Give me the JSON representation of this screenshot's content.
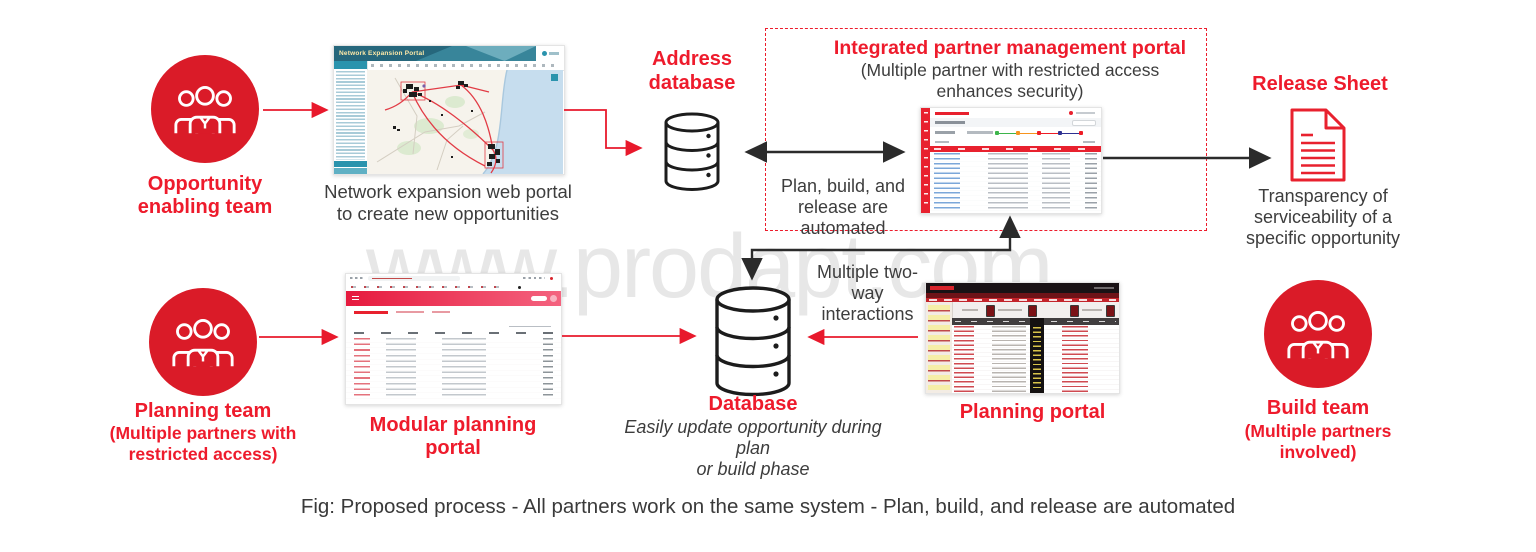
{
  "watermark": "www.prodapt.com",
  "fig_caption": "Fig: Proposed process - All partners work on the same system - Plan, build, and release are automated",
  "colors": {
    "brand_red": "#ee1b2c",
    "circle_red": "#da1b28",
    "arrow_black": "#2b2b2b",
    "dark_text": "#3d3d3d",
    "teal_header": "#26677c"
  },
  "top_flow": {
    "opportunity_team": {
      "label": "Opportunity\nenabling team"
    },
    "network_portal": {
      "header_title": "Network Expansion Portal",
      "caption": "Network expansion web portal\nto create new opportunities"
    },
    "address_database": {
      "label": "Address\ndatabase"
    },
    "ipmp": {
      "title": "Integrated partner management portal",
      "subtitle": "(Multiple partner with restricted access\nenhances security)"
    },
    "plan_build_note": "Plan, build, and\nrelease are\nautomated",
    "release_sheet": {
      "title": "Release Sheet",
      "caption": "Transparency of\nserviceability of a\nspecific opportunity"
    }
  },
  "bottom_flow": {
    "planning_team": {
      "label": "Planning team",
      "sublabel": "(Multiple partners with\nrestricted access)"
    },
    "modular_portal": {
      "caption": "Modular planning\nportal"
    },
    "database": {
      "label": "Database",
      "caption": "Easily update opportunity during plan\nor build phase"
    },
    "interactions_note": "Multiple two-\nway\ninteractions",
    "planning_portal": {
      "caption": "Planning portal"
    },
    "build_team": {
      "label": "Build team",
      "sublabel": "(Multiple partners\ninvolved)"
    }
  }
}
